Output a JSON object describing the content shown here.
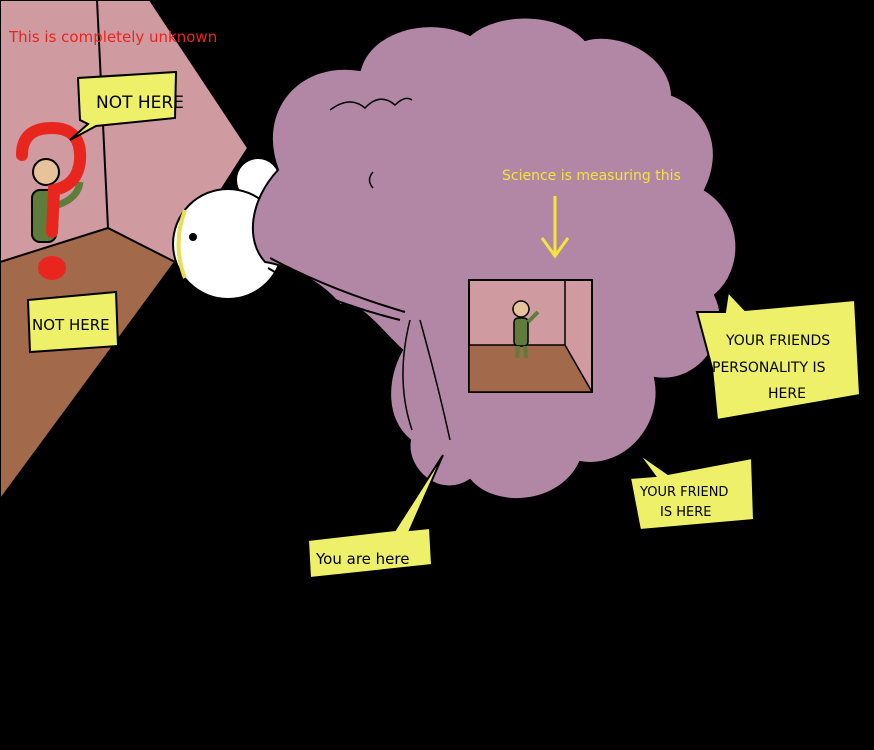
{
  "captions": {
    "unknown": "This is completely unknown",
    "measuring": "Science is measuring this"
  },
  "labels": {
    "not_here_top": "NOT HERE",
    "not_here_floor": "NOT HERE",
    "friends_personality": [
      "YOUR FRIENDS",
      "PERSONALITY IS",
      "HERE"
    ],
    "your_friend": [
      "YOUR FRIEND",
      "IS HERE"
    ],
    "you_are_here": "You are here"
  },
  "colors": {
    "background": "#000000",
    "room_wall": "#cf9aa0",
    "room_floor": "#a2694a",
    "cloud": "#b287a6",
    "label_fill": "#eef06a",
    "arrow": "#f5e43a",
    "question_mark": "#e8261e",
    "person_shirt": "#5f7d3a"
  }
}
